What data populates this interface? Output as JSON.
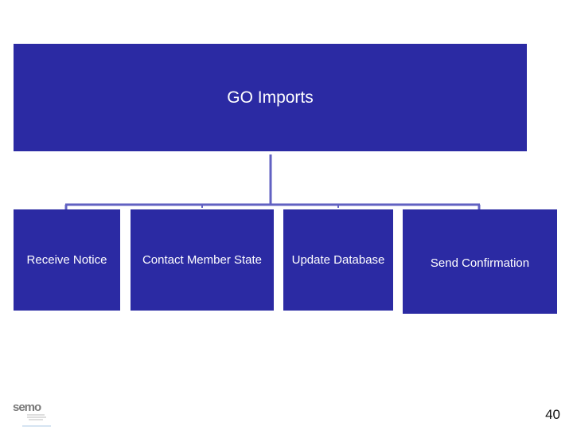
{
  "colors": {
    "box_fill": "#2b2aa3",
    "connector": "#6161c2",
    "text": "#ffffff"
  },
  "root": {
    "label": "GO Imports"
  },
  "children": [
    {
      "label": "Receive Notice"
    },
    {
      "label": "Contact Member State"
    },
    {
      "label": "Update Database"
    },
    {
      "label": "Send Confirmation"
    }
  ],
  "footer": {
    "logo_text": "semo",
    "page_number": "40"
  }
}
